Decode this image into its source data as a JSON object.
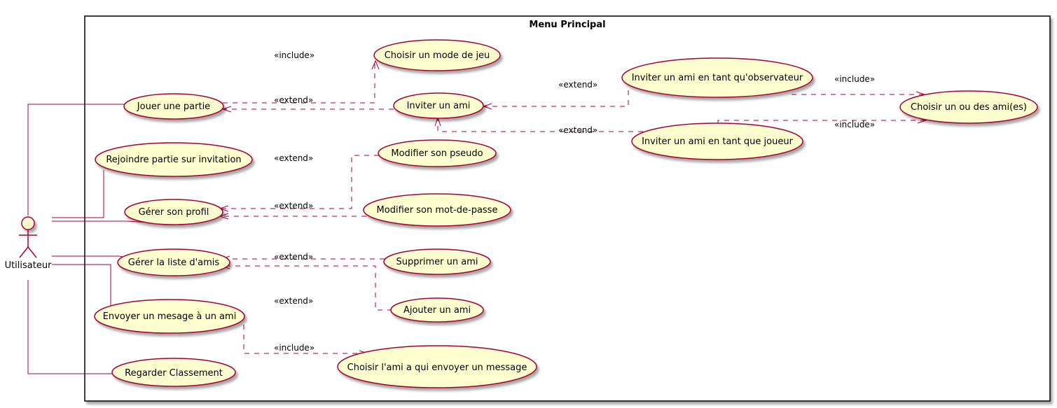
{
  "system": {
    "title": "Menu Principal"
  },
  "actor": {
    "name": "Utilisateur"
  },
  "use_cases": {
    "jouer": "Jouer une partie",
    "mode": "Choisir un mode de jeu",
    "inviter": "Inviter un ami",
    "obs": "Inviter un ami en tant qu'observateur",
    "joueur": "Inviter un ami en tant que joueur",
    "choisir_amis": "Choisir un ou des ami(es)",
    "rejoindre": "Rejoindre partie sur invitation",
    "profil": "Gérer son profil",
    "pseudo": "Modifier son pseudo",
    "mdp": "Modifier son mot-de-passe",
    "liste": "Gérer la liste d'amis",
    "supprimer": "Supprimer un ami",
    "ajouter": "Ajouter un ami",
    "message": "Envoyer un mesage à un ami",
    "choisir_msg": "Choisir l'ami a qui envoyer un message",
    "classement": "Regarder Classement"
  },
  "stereotypes": {
    "include": "«include»",
    "extend": "«extend»"
  }
}
